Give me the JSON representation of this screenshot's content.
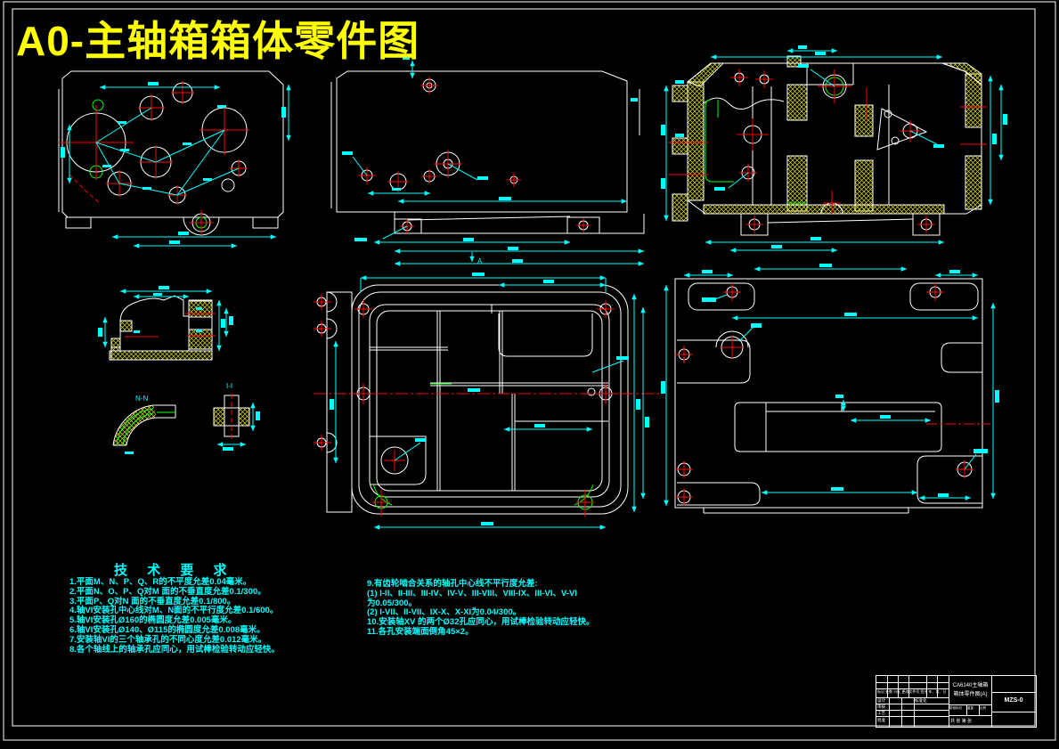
{
  "title": "A0-主轴箱箱体零件图",
  "colors": {
    "background": "#000000",
    "outline": "#ffffff",
    "dimension": "#00ffff",
    "centerline": "#ff0000",
    "auxiliary": "#00ff00",
    "hatch": "#dede00",
    "title_text": "#ffff00"
  },
  "view_labels": {
    "section_nn": "N-N",
    "section_ii": "I-I",
    "view_arrow": "A"
  },
  "tech_requirements": {
    "header": "技 术 要 求",
    "left": [
      "1.平面M、N、P、Q、R的不平度允差0.04毫米。",
      "2.平面N、O、P、Q对M 面的不垂直度允差0.1/300。",
      "3.平面P、Q对N 面的不垂直度允差0.1/800。",
      "4.轴VI安装孔中心线对M、N面的不平行度允差0.1/600。",
      "5.轴VI安装孔Ø160的椭圆度允差0.005毫米。",
      "6.轴VI安装孔Ø140、Ø115的椭圆度允差0.008毫米。",
      "7.安装轴VI的三个轴承孔的不同心度允差0.012毫米。",
      "8.各个轴线上的轴承孔应同心，用试棒检验转动应轻快。"
    ],
    "right": [
      "9.有齿轮啮合关系的轴孔中心线不平行度允差:",
      "(1) I-II、II-III、III-IV、IV-V、III-VIII、VIII-IX、III-VI、V-VI",
      "为0.05/300。",
      "(2) I-VII、II-VII、IX-X、X-XI为0.04/300。",
      "10.安装轴XV 的两个Ø32孔应同心，用试棒检验转动应轻快。",
      "11.各孔安装端面倒角45×2。"
    ]
  },
  "title_block": {
    "name_line1": "CA6140主轴箱",
    "name_line2": "箱体零件图(A)",
    "drawing_no": "MZS-0",
    "header_row": "标记 处数 分区 更改文件号 签名 年、月、日",
    "sign_labels": [
      "设计",
      "审核",
      "工艺",
      "批准",
      "标准化"
    ],
    "stage_labels": [
      "阶段标记",
      "重量",
      "比例"
    ],
    "sheet_note": "共 张 第 张"
  }
}
